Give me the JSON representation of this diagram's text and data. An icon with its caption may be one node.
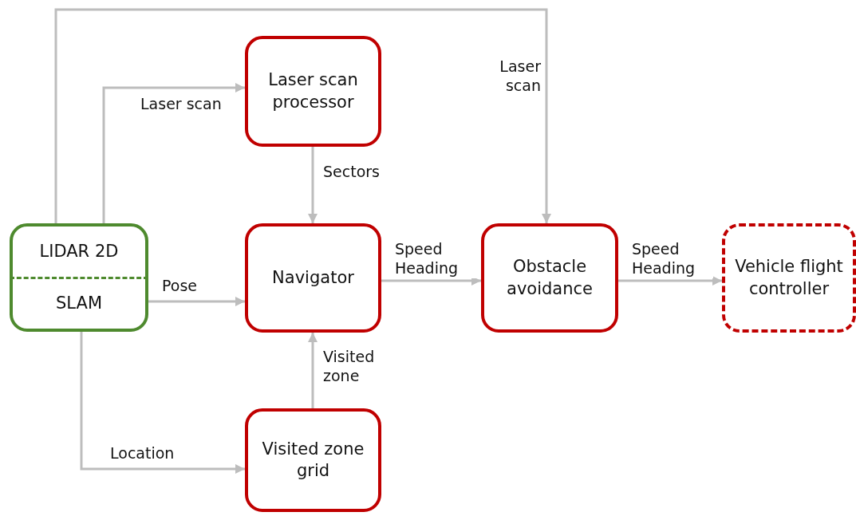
{
  "diagram": {
    "nodes": [
      {
        "text": [
          "LIDAR 2D",
          "SLAM"
        ]
      },
      {
        "text": [
          "Laser scan processor"
        ]
      },
      {
        "text": [
          "Navigator"
        ]
      },
      {
        "text": [
          "Obstacle avoidance"
        ]
      },
      {
        "text": [
          "Vehicle flight controller"
        ]
      },
      {
        "text": [
          "Visited zone grid"
        ]
      }
    ],
    "edges": [
      {
        "from": 0,
        "to": 1,
        "arrow": "to",
        "label": "Laser scan"
      },
      {
        "from": 0,
        "to": 3,
        "arrow": "to",
        "label": "Laser scan"
      },
      {
        "from": 1,
        "to": 2,
        "arrow": "to",
        "label": "Sectors"
      },
      {
        "from": 0,
        "to": 2,
        "arrow": "to",
        "label": "Pose"
      },
      {
        "from": 2,
        "to": 3,
        "arrow": "to",
        "label": "Speed Heading"
      },
      {
        "from": 3,
        "to": 4,
        "arrow": "to",
        "label": "Speed Heading"
      },
      {
        "from": 5,
        "to": 2,
        "arrow": "to",
        "label": "Visited zone"
      },
      {
        "from": 0,
        "to": 5,
        "arrow": "to",
        "label": "Location"
      }
    ]
  }
}
